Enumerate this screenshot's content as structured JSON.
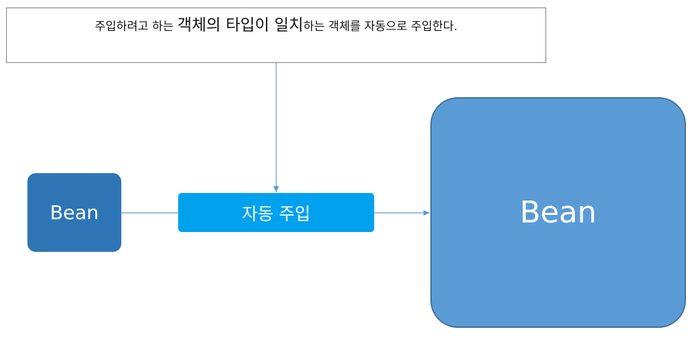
{
  "note": {
    "part1": "주입하려고 하는 ",
    "part2": "객체의 타입이 일치",
    "part3": "하는 객체를 자동으로 주입한다."
  },
  "nodes": {
    "source_bean": "Bean",
    "injector": "자동 주입",
    "target_bean": "Bean"
  },
  "colors": {
    "source_bean": "#2e75b6",
    "injector": "#00a2ed",
    "target_bean": "#5b9bd5",
    "connector": "#5b9bd5"
  }
}
